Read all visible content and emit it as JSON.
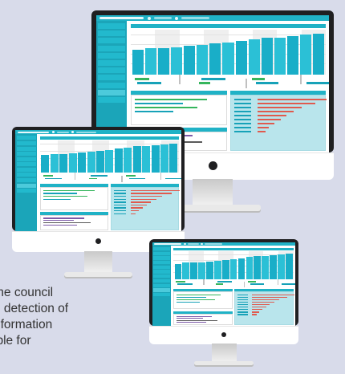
{
  "caption": {
    "lines": [
      "the council",
      "d detection of",
      "nformation",
      "ible for"
    ]
  },
  "colors": {
    "background": "#d8dbea",
    "accent": "#20b2c6",
    "bar": "#19aec8",
    "green": "#35b55c",
    "red": "#e05a4e",
    "purple": "#7d5aa8"
  },
  "chart_data": {
    "type": "bar",
    "values": [
      30,
      32,
      32,
      33,
      35,
      36,
      38,
      39,
      41,
      43,
      45,
      45,
      47,
      49,
      50
    ]
  }
}
